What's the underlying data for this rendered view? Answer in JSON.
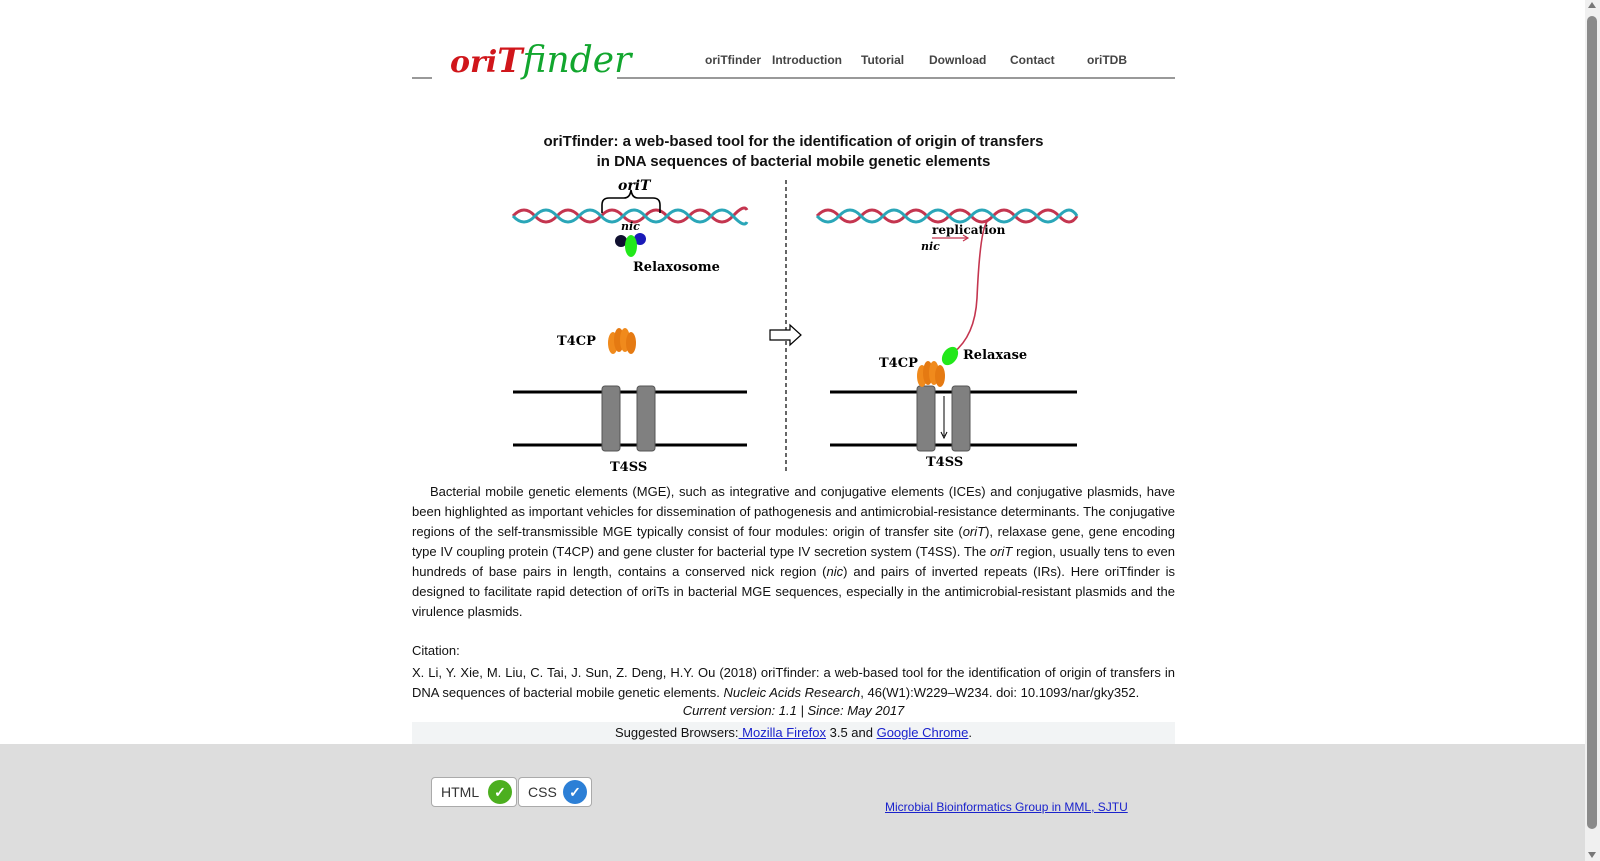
{
  "logo": {
    "part1": "ori",
    "part2": "T",
    "part3": "finder"
  },
  "nav": [
    {
      "label": "oriTfinder"
    },
    {
      "label": "Introduction"
    },
    {
      "label": "Tutorial"
    },
    {
      "label": "Download"
    },
    {
      "label": "Contact"
    },
    {
      "label": "oriTDB"
    }
  ],
  "title": {
    "line1": "oriTfinder: a web-based tool for the identification of origin of transfers",
    "line2": "in DNA sequences of bacterial mobile genetic elements"
  },
  "figure": {
    "orit": "oriT",
    "nic_left": "nic",
    "relaxosome": "Relaxosome",
    "t4cp_left": "T4CP",
    "t4ss_left": "T4SS",
    "replication": "replication",
    "nic_right": "nic",
    "relaxase": "Relaxase",
    "t4cp_right": "T4CP",
    "t4ss_right": "T4SS",
    "colors": {
      "strand_red": "#c4354f",
      "strand_teal": "#2aa6b8",
      "relaxase_green": "#22e81a",
      "t4cp_orange": "#f08a1c",
      "channel_gray": "#808080"
    }
  },
  "intro": {
    "t1": "Bacterial mobile genetic elements (MGE), such as integrative and conjugative elements (ICEs) and conjugative plasmids, have been highlighted as important vehicles for dissemination of pathogenesis and antimicrobial-resistance determinants. The conjugative regions of the self-transmissible MGE typically consist of four modules: origin of transfer site (",
    "i1": "oriT",
    "t2": "), relaxase gene, gene encoding type IV coupling protein (T4CP) and gene cluster for bacterial type IV secretion system (T4SS). The ",
    "i2": "oriT",
    "t3": " region, usually tens to even hundreds of base pairs in length, contains a conserved nick region (",
    "i3": "nic",
    "t4": ") and pairs of inverted repeats (IRs). Here oriTfinder is designed to facilitate rapid detection of oriTs in bacterial MGE sequences, especially in the antimicrobial-resistant plasmids and the virulence plasmids."
  },
  "citation": {
    "label": "Citation:",
    "authors": "X. Li, Y. Xie, M. Liu, C. Tai, J. Sun, Z. Deng, H.Y. Ou (2018) oriTfinder: a web-based tool for the identification of origin of transfers in DNA sequences of bacterial mobile genetic elements. ",
    "journal": "Nucleic Acids Research",
    "rest": ", 46(W1):W229–W234. doi: 10.1093/nar/gky352."
  },
  "version": "Current version: 1.1 | Since: May 2017",
  "browsers": {
    "prefix": "Suggested Browsers:",
    "firefox": " Mozilla Firefox",
    "middle": " 3.5 and ",
    "chrome": "Google Chrome",
    "suffix": "."
  },
  "footer": {
    "html_badge": "HTML",
    "css_badge": "CSS",
    "group_link": "Microbial Bioinformatics Group in MML, SJTU",
    "html_check_color": "#4caf1f",
    "css_check_color": "#2c7fd6"
  }
}
